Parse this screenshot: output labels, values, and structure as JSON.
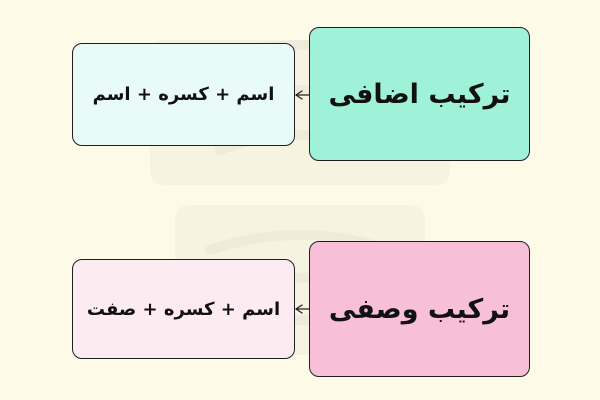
{
  "diagram": {
    "rows": [
      {
        "title": "ترکیب اضافی",
        "formula": "اسم + کسره + اسم"
      },
      {
        "title": "ترکیب وصفی",
        "formula": "اسم + کسره + صفت"
      }
    ]
  },
  "colors": {
    "background": "#fefae8",
    "row1_main_fill": "#9ff2d8",
    "row1_side_fill": "#e9fbf8",
    "row2_main_fill": "#f8bfd8",
    "row2_side_fill": "#fdebf2",
    "border": "#1f1f1f"
  },
  "icons": {
    "watermark": "logo-watermark-icon"
  }
}
